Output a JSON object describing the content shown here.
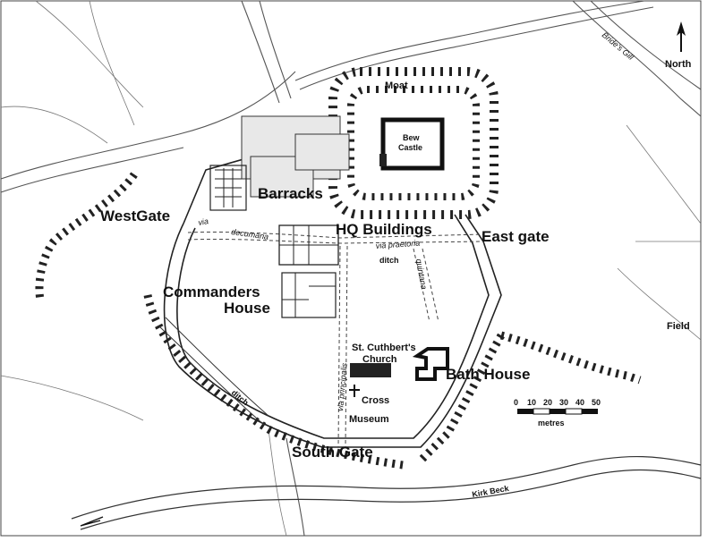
{
  "labels": {
    "moat": "Moat",
    "bew_castle_1": "Bew",
    "bew_castle_2": "Castle",
    "brides_gill": "Bride's Gill",
    "north": "North",
    "barracks": "Barracks",
    "west_gate": "WestGate",
    "hq_buildings": "HQ Buildings",
    "east_gate": "East gate",
    "via_praetoria": "via praetoria",
    "via_decumana": "decumana",
    "via_small": "via",
    "ditch_1": "ditch",
    "ditch_2": "ditch",
    "via_quintana": "quintana",
    "commanders_1": "Commanders",
    "commanders_2": "House",
    "field": "Field",
    "church_1": "St. Cuthbert's",
    "church_2": "Church",
    "bath_house": "Bath House",
    "cross": "Cross",
    "museum": "Museum",
    "via_principalis": "via principalis",
    "south_gate": "South Gate",
    "kirk_beck": "Kirk Beck"
  },
  "scale": {
    "ticks": [
      "0",
      "10",
      "20",
      "30",
      "40",
      "50"
    ],
    "unit": "metres"
  }
}
